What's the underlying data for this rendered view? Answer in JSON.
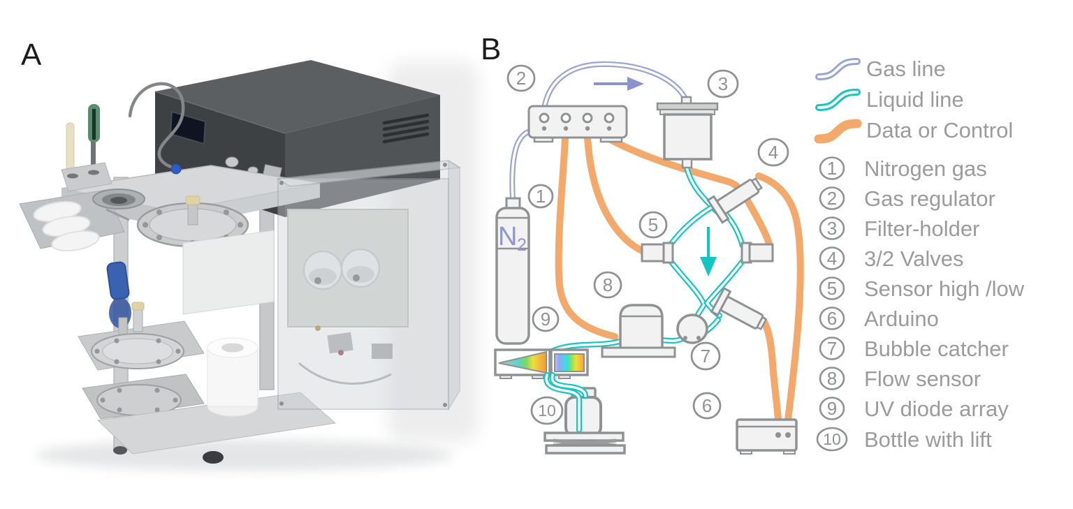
{
  "figure": {
    "panel_a_label": "A",
    "panel_b_label": "B"
  },
  "colors": {
    "gas_line": "#9aa3d6",
    "liquid_line": "#12c6c2",
    "data_control": "#f3a96b",
    "outline_gray": "#8f9193",
    "label_gray": "#9b9b9b"
  },
  "legend": {
    "line_types": [
      {
        "label": "Gas line",
        "color": "#9aa3d6"
      },
      {
        "label": "Liquid line",
        "color": "#12c6c2"
      },
      {
        "label": "Data or Control",
        "color": "#f3a96b"
      }
    ],
    "items": [
      {
        "num": "1",
        "label": "Nitrogen gas"
      },
      {
        "num": "2",
        "label": "Gas regulator"
      },
      {
        "num": "3",
        "label": "Filter-holder"
      },
      {
        "num": "4",
        "label": "3/2 Valves"
      },
      {
        "num": "5",
        "label": "Sensor high /low"
      },
      {
        "num": "6",
        "label": "Arduino"
      },
      {
        "num": "7",
        "label": "Bubble catcher"
      },
      {
        "num": "8",
        "label": "Flow sensor"
      },
      {
        "num": "9",
        "label": "UV diode array"
      },
      {
        "num": "10",
        "label": "Bottle with lift"
      }
    ]
  },
  "diagram": {
    "nitrogen_label_main": "N",
    "nitrogen_label_sub": "2"
  }
}
